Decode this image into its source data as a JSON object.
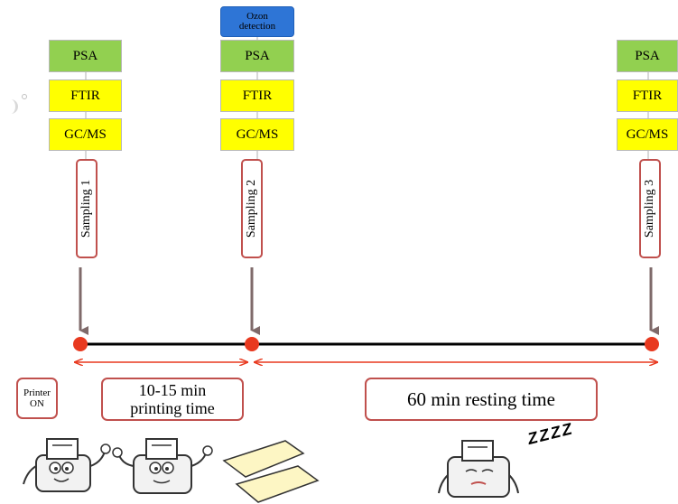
{
  "instruments": {
    "psa": "PSA",
    "ftir": "FTIR",
    "gcms": "GC/MS"
  },
  "ozon": {
    "line1": "Ozon",
    "line2": "detection"
  },
  "samplings": [
    "Sampling  1",
    "Sampling  2",
    "Sampling  3"
  ],
  "printer_on": {
    "line1": "Printer",
    "line2": "ON"
  },
  "printing": {
    "line1": "10-15  min",
    "line2": "printing  time"
  },
  "resting": "60 min  resting time",
  "sleep_text": "ZZZZ",
  "colors": {
    "psa": "#92d050",
    "yellow": "#ffff00",
    "ozon": "#2e75d6",
    "red": "#e8391f",
    "border": "#c0504d"
  }
}
